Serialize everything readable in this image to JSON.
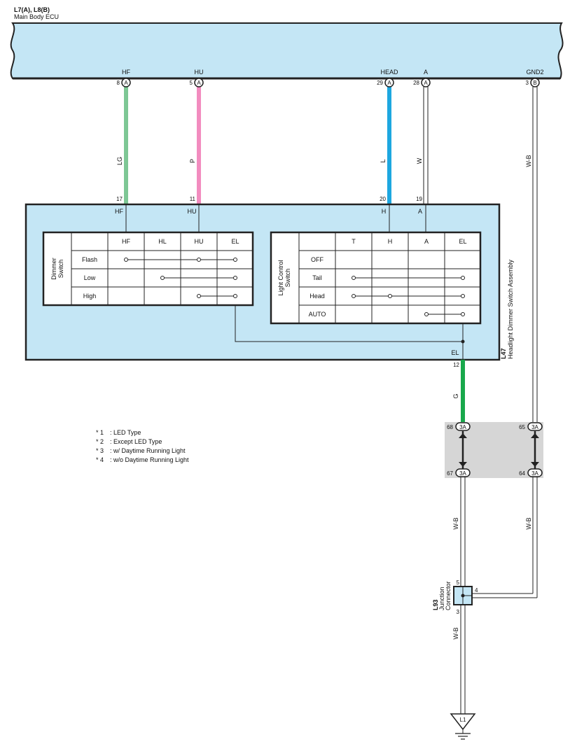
{
  "ecu": {
    "title": "L7(A), L8(B)",
    "subtitle": "Main Body ECU",
    "pins": [
      {
        "name": "HF",
        "pin": "8",
        "conn": "A"
      },
      {
        "name": "HU",
        "pin": "5",
        "conn": "A"
      },
      {
        "name": "HEAD",
        "pin": "29",
        "conn": "A"
      },
      {
        "name": "A",
        "pin": "28",
        "conn": "A"
      },
      {
        "name": "GND2",
        "pin": "3",
        "conn": "B"
      }
    ]
  },
  "wires": [
    {
      "label": "LG",
      "color": "#7ec795",
      "pin_top": "8",
      "pin_bottom": "17"
    },
    {
      "label": "P",
      "color": "#f28cbf",
      "pin_top": "5",
      "pin_bottom": "11"
    },
    {
      "label": "L",
      "color": "#1da7e0",
      "pin_top": "29",
      "pin_bottom": "20"
    },
    {
      "label": "W",
      "color": "#ffffff",
      "pin_top": "28",
      "pin_bottom": "19"
    },
    {
      "label": "W-B",
      "color": "#ffffff"
    },
    {
      "label": "G",
      "color": "#19a84c",
      "pin_top": "12"
    }
  ],
  "switch_assembly": {
    "code": "L47",
    "name": "Headlight Dimmer Switch Assembly",
    "terminals": [
      "HF",
      "HU",
      "H",
      "A",
      "EL"
    ],
    "dimmer": {
      "label_line1": "Dimmer",
      "label_line2": "Switch",
      "columns": [
        "HF",
        "HL",
        "HU",
        "EL"
      ],
      "rows": [
        "Flash",
        "Low",
        "High"
      ]
    },
    "light_control": {
      "label_line1": "Light Control",
      "label_line2": "Switch",
      "columns": [
        "T",
        "H",
        "A",
        "EL"
      ],
      "rows": [
        "OFF",
        "Tail",
        "Head",
        "AUTO"
      ]
    }
  },
  "connector_block": {
    "pins": [
      {
        "pin": "68",
        "conn": "3A"
      },
      {
        "pin": "65",
        "conn": "3A"
      },
      {
        "pin": "67",
        "conn": "3A"
      },
      {
        "pin": "64",
        "conn": "3A"
      }
    ]
  },
  "junction": {
    "code": "L93",
    "line1": "Junction",
    "line2": "Connector",
    "pins": [
      "5",
      "4",
      "3"
    ]
  },
  "ground": {
    "label": "L1"
  },
  "notes": [
    {
      "mark": "* 1",
      "text": ": LED Type"
    },
    {
      "mark": "* 2",
      "text": ": Except LED Type"
    },
    {
      "mark": "* 3",
      "text": ": w/ Daytime Running Light"
    },
    {
      "mark": "* 4",
      "text": ": w/o Daytime Running Light"
    }
  ],
  "colors": {
    "panel": "#c4e6f5",
    "connector_block": "#d6d6d6",
    "line": "#222222"
  }
}
